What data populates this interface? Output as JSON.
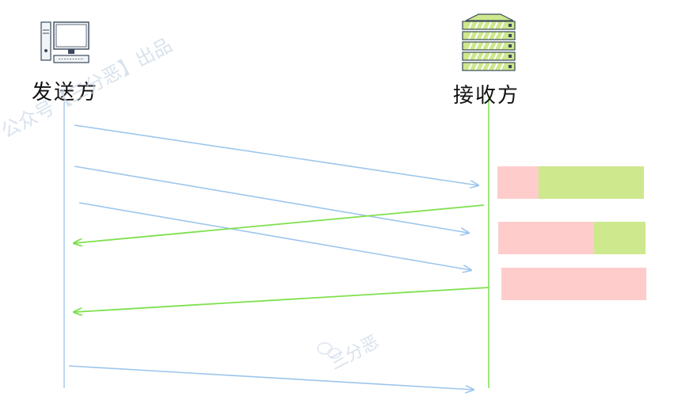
{
  "sender": {
    "label": "发送方",
    "icon": "computer-icon"
  },
  "receiver": {
    "label": "接收方",
    "icon": "server-icon"
  },
  "watermarks": {
    "top": "公众号【三分恶】出品",
    "mid": "三分恶"
  },
  "colors": {
    "sender_line": "#a9ccef",
    "receiver_line": "#7fe04f",
    "data_arrow": "#9dc6ec",
    "ack_arrow": "#7fe04f",
    "buffer_used": "#ffcccc",
    "buffer_free": "#cde88d"
  },
  "buffers": [
    {
      "used_fraction": 0.28
    },
    {
      "used_fraction": 0.65
    },
    {
      "used_fraction": 1.0
    }
  ]
}
